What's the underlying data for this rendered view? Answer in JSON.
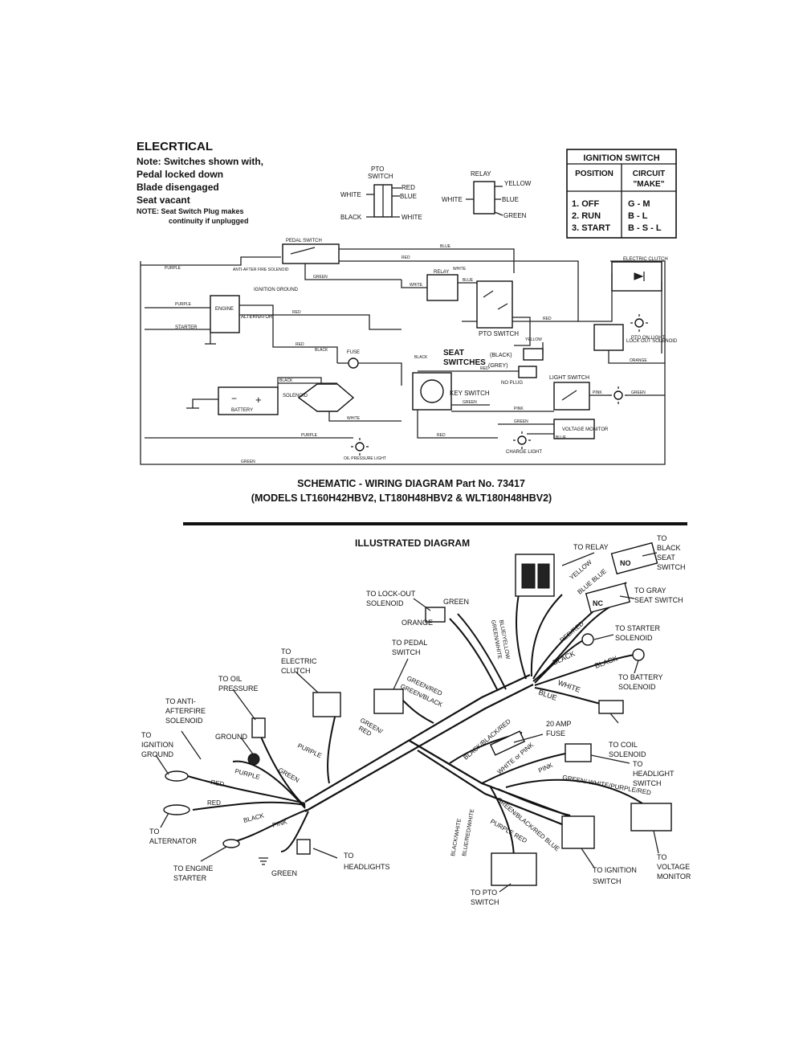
{
  "header": {
    "title": "ELECRTICAL",
    "notes": [
      "Note: Switches shown with,",
      "Pedal locked down",
      "Blade disengaged",
      "Seat vacant"
    ],
    "note_plug_1": "NOTE: Seat Switch Plug makes",
    "note_plug_2": "continuity if unplugged"
  },
  "pto_switch_legend": {
    "title_1": "PTO",
    "title_2": "SWITCH",
    "labels": [
      "RED",
      "WHITE",
      "BLUE",
      "BLACK",
      "WHITE"
    ]
  },
  "relay_legend": {
    "title": "RELAY",
    "labels": [
      "YELLOW",
      "WHITE",
      "BLUE",
      "GREEN"
    ]
  },
  "ignition_table": {
    "title": "IGNITION SWITCH",
    "col_headers": [
      "POSITION",
      "CIRCUIT",
      "\"MAKE\""
    ],
    "rows": [
      {
        "position": "1. OFF",
        "circuit": "G - M"
      },
      {
        "position": "2. RUN",
        "circuit": "B - L"
      },
      {
        "position": "3. START",
        "circuit": "B - S - L"
      }
    ]
  },
  "schematic_labels": {
    "seat": "SEAT",
    "switches": "SWITCHES",
    "pto_switch": "PTO SWITCH",
    "key_switch": "KEY SWITCH",
    "no_plug": "NO PLUG",
    "black_paren": "(BLACK)",
    "grey_paren": "(GREY)",
    "light_switch": "LIGHT SWITCH",
    "battery": "BATTERY",
    "solenoid": "SOLENOID",
    "fuse": "FUSE",
    "engine": "ENGINE",
    "alternator": "ALTERNATOR",
    "starter": "STARTER",
    "ignition_ground": "IGNITION GROUND",
    "anti_afterfire": "ANTI-AFTER FIRE SOLENOID",
    "electric_clutch": "ELECTRIC CLUTCH",
    "pto_on_light": "PTO ON LIGHT",
    "lock_out_solenoid": "LOCK OUT SOLENOID",
    "voltage_monitor": "VOLTAGE MONITOR",
    "charge_light": "CHARGE LIGHT",
    "oil_pressure_light": "OIL PRESSURE LIGHT",
    "pedal_switch": "PEDAL SWITCH",
    "relay": "RELAY",
    "wires": {
      "purple": "PURPLE",
      "red": "RED",
      "green": "GREEN",
      "white": "WHITE",
      "blue": "BLUE",
      "black": "BLACK",
      "yellow": "YELLOW",
      "pink": "PINK",
      "orange": "ORANGE"
    }
  },
  "caption": {
    "line1": "SCHEMATIC - WIRING DIAGRAM Part No. 73417",
    "line2": "(MODELS LT160H42HBV2, LT180H48HBV2 & WLT180H48HBV2)"
  },
  "illustrated": {
    "title": "ILLUSTRATED DIAGRAM",
    "callouts": {
      "to_relay": "TO RELAY",
      "to_black_seat_switch": [
        "TO",
        "BLACK",
        "SEAT",
        "SWITCH"
      ],
      "to_lock_out_solenoid": [
        "TO LOCK-OUT",
        "SOLENOID"
      ],
      "green_top": "GREEN",
      "orange": "ORANGE",
      "to_gray_seat_switch": [
        "TO GRAY",
        "SEAT SWITCH"
      ],
      "to_starter_solenoid": [
        "TO STARTER",
        "SOLENOID"
      ],
      "to_pedal_switch": [
        "TO PEDAL",
        "SWITCH"
      ],
      "to_electric_clutch": [
        "TO",
        "ELECTRIC",
        "CLUTCH"
      ],
      "to_battery_solenoid": [
        "TO BATTERY",
        "SOLENOID"
      ],
      "to_oil_pressure": [
        "TO OIL",
        "PRESSURE"
      ],
      "to_anti_afterfire_solenoid": [
        "TO ANTI-",
        "AFTERFIRE",
        "SOLENOID"
      ],
      "ground": "GROUND",
      "to_ignition_ground": [
        "TO",
        "IGNITION",
        "GROUND"
      ],
      "amp_fuse": [
        "20 AMP",
        "FUSE"
      ],
      "to_coil_solenoid": [
        "TO COIL",
        "SOLENOID"
      ],
      "to_headlight_switch": [
        "TO",
        "HEADLIGHT",
        "SWITCH"
      ],
      "to_alternator": [
        "TO",
        "ALTERNATOR"
      ],
      "to_engine_starter": [
        "TO ENGINE",
        "STARTER"
      ],
      "green_bottom": "GREEN",
      "to_headlights": [
        "TO",
        "HEADLIGHTS"
      ],
      "to_pto_switch": [
        "TO PTO",
        "SWITCH"
      ],
      "to_ignition_switch": [
        "TO IGNITION",
        "SWITCH"
      ],
      "to_voltage_monitor": [
        "TO",
        "VOLTAGE",
        "MONITOR"
      ]
    },
    "wire_labels": {
      "yellow": "YELLOW",
      "blue_blue": "BLUE BLUE",
      "blue_yellow": "BLUE/YELLOW",
      "green_white": "GREEN/WHITE",
      "red_red": "RED/RED",
      "black_1": "BLACK",
      "black_2": "BLACK",
      "blue": "BLUE",
      "white": "WHITE",
      "green_red": "GREEN/RED",
      "green_black": "GREEN/BLACK",
      "green_red_2": "GREEN/",
      "red_2": "RED",
      "purple": "PURPLE",
      "black_black_red": "BLACK/BLACK/RED",
      "white_or_pink": "WHITE or PINK",
      "pink": "PINK",
      "green_white_purple_red": "GREEN/ WHITE/PURPLE/RED",
      "green": "GREEN",
      "purple_2": "PURPLE",
      "red_3": "RED",
      "red_4": "RED",
      "black_3": "BLACK",
      "pink_2": "PINK",
      "black_white": "BLACK/WHITE",
      "blue_red_white": "BLUE/RED/WHITE",
      "green_black_red_blue": "GREEN/BLACK/RED BLUE",
      "purple_red": "PURPLE RED",
      "no": "NO",
      "nc": "NC"
    }
  }
}
